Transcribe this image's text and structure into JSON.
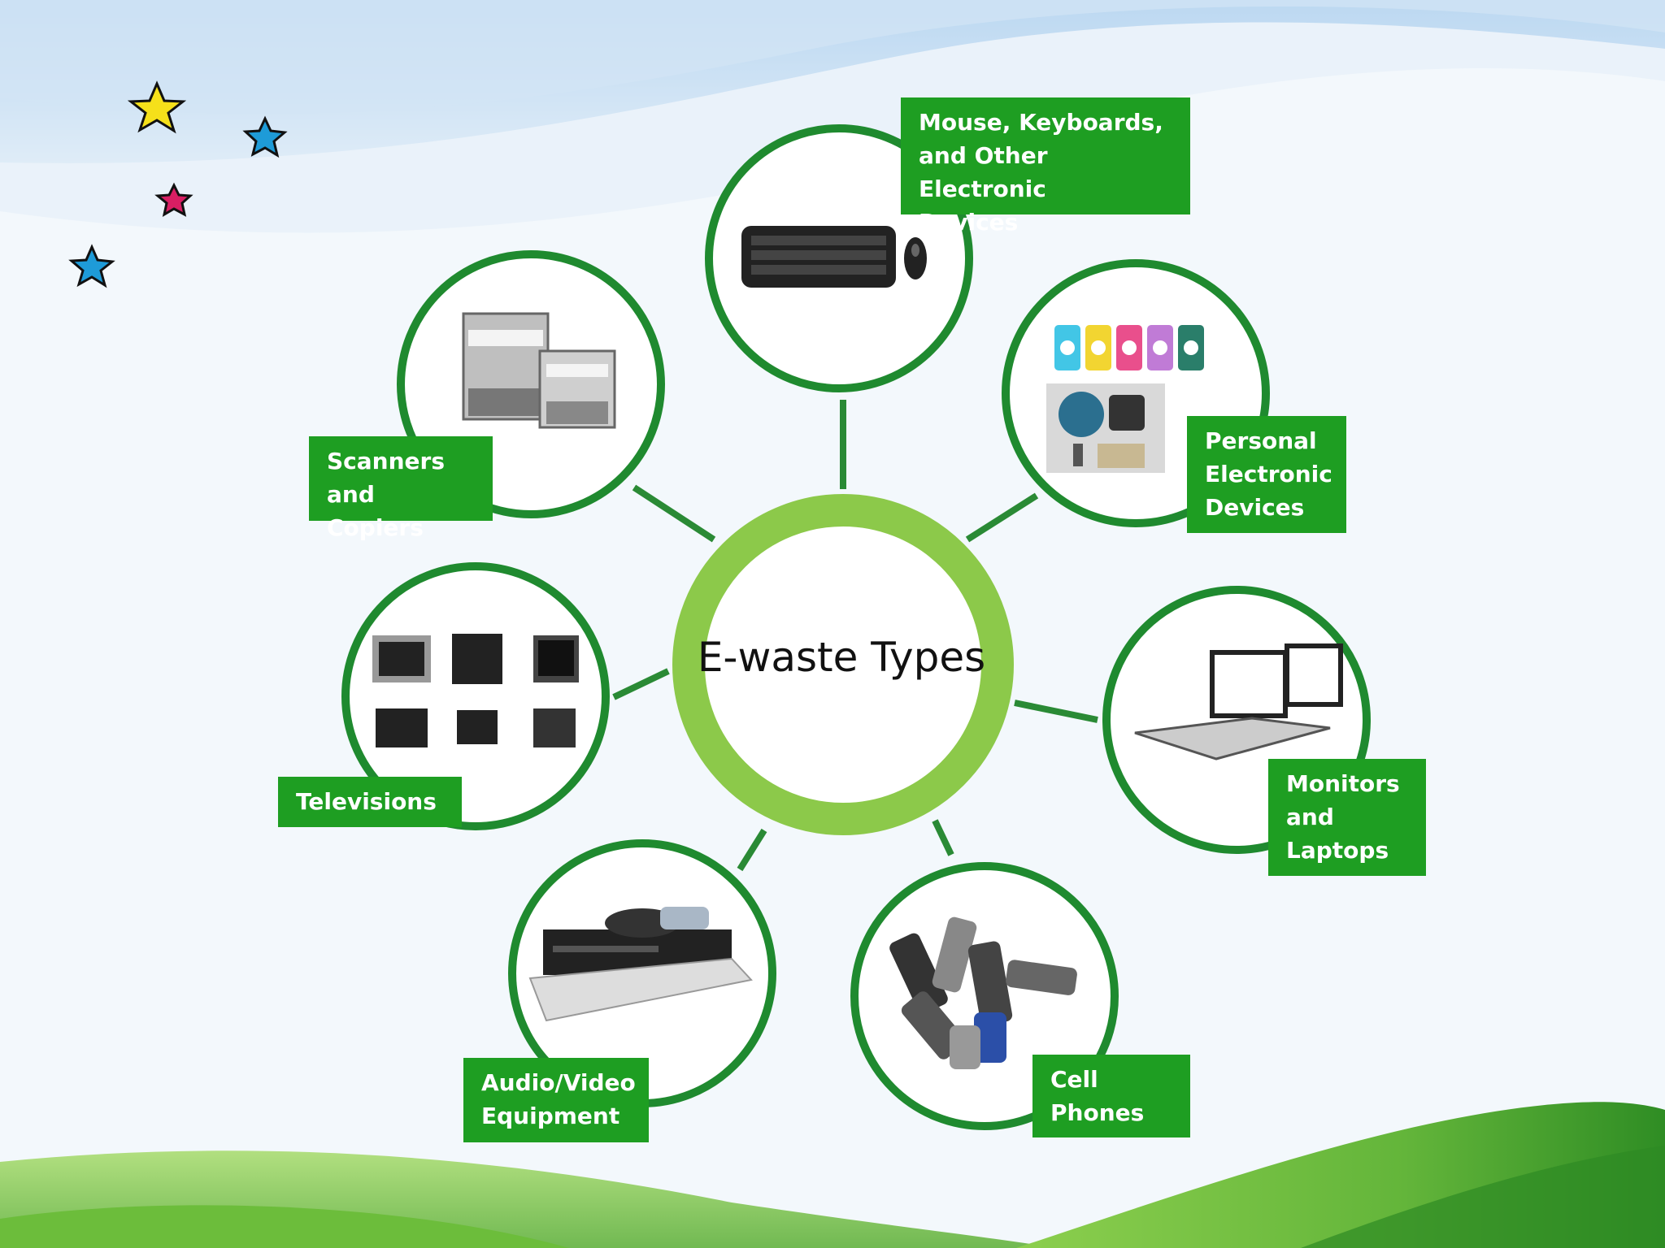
{
  "diagram": {
    "center": {
      "label": "E-waste Types"
    },
    "categories": [
      {
        "id": "input-devices",
        "label": "Mouse, Keyboards,\nand Other Electronic\nDevices",
        "icon": "keyboard-mouse-icon"
      },
      {
        "id": "personal-electronics",
        "label": "Personal\nElectronic\nDevices",
        "icon": "music-player-icon"
      },
      {
        "id": "monitors",
        "label": "Monitors\nand\nLaptops",
        "icon": "dual-monitor-icon"
      },
      {
        "id": "phones",
        "label": "Cell\nPhones",
        "icon": "cell-phone-pile-icon"
      },
      {
        "id": "audio-video",
        "label": "Audio/Video\nEquipment",
        "icon": "av-equipment-icon"
      },
      {
        "id": "televisions",
        "label": "Televisions",
        "icon": "television-grid-icon"
      },
      {
        "id": "scanners",
        "label": "Scanners\nand Copiers",
        "icon": "copier-icon"
      }
    ]
  },
  "colors": {
    "node_ring": "#1f8a2f",
    "label_fill": "#1e9e22",
    "center_ring": "#8cc94a",
    "sky": "#9cc7ea",
    "hill": "#6fbf3b"
  },
  "decorations": {
    "stars": [
      "yellow-star-icon",
      "blue-star-icon",
      "pink-star-icon",
      "blue-star-icon"
    ]
  }
}
